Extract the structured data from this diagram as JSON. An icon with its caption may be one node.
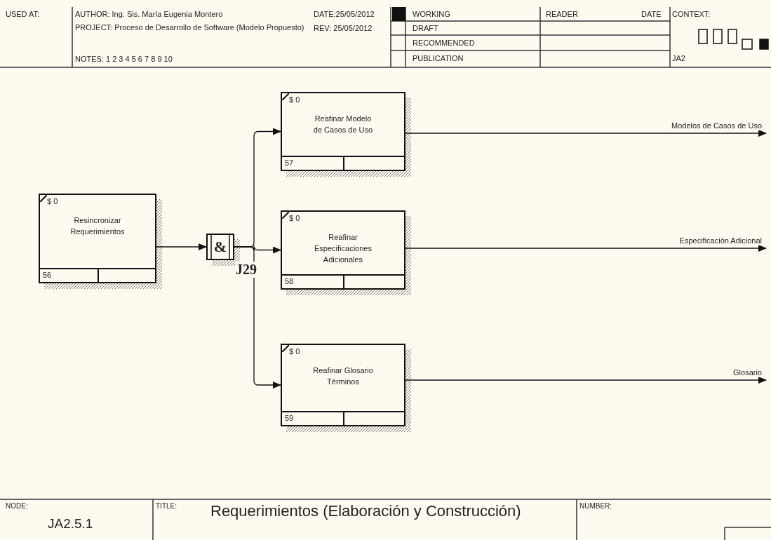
{
  "diagram": {
    "title": "Requerimientos (Elaboración y Construcción)",
    "nodes": [
      {
        "text": [
          "$ 0",
          "Resincronizar Requerimientos",
          "56"
        ]
      },
      {
        "text": [
          "&"
        ],
        "beside": [
          "J29"
        ]
      },
      {
        "text": [
          "$ 0",
          "Reafinar Modelo de Casos de Uso",
          "57"
        ]
      },
      {
        "text": [
          "$ 0",
          "Reafinar Especificaciones Adicionales",
          "58"
        ]
      },
      {
        "text": [
          "$ 0",
          "Reafinar Glosario Términos",
          "59"
        ]
      }
    ],
    "edges": [
      {
        "from": 0,
        "to": 1,
        "arrow": "to"
      },
      {
        "from": 1,
        "to": 2,
        "arrow": "to"
      },
      {
        "from": 1,
        "to": 3,
        "arrow": "to"
      },
      {
        "from": 1,
        "to": 4,
        "arrow": "to"
      },
      {
        "from": 2,
        "to": null,
        "arrow": "to",
        "label": "Modelos de Casos de Uso"
      },
      {
        "from": 3,
        "to": null,
        "arrow": "to",
        "label": "Especificación Adicional"
      },
      {
        "from": 4,
        "to": null,
        "arrow": "to",
        "label": "Glosario"
      }
    ],
    "labels": [
      "USED AT:",
      "AUTHOR: Ing. Sis. María Eugenia Montero",
      "DATE:25/05/2012",
      "PROJECT: Proceso de Desarrollo de Software (Modelo Propuesto)",
      "REV: 25/05/2012",
      "NOTES: 1 2 3 4 5 6 7 8 9 10",
      "WORKING",
      "READER",
      "DATE",
      "CONTEXT:",
      "DRAFT",
      "RECOMMENDED",
      "PUBLICATION",
      "JA2",
      "NODE:",
      "JA2.5.1",
      "TITLE:",
      "NUMBER:"
    ]
  }
}
